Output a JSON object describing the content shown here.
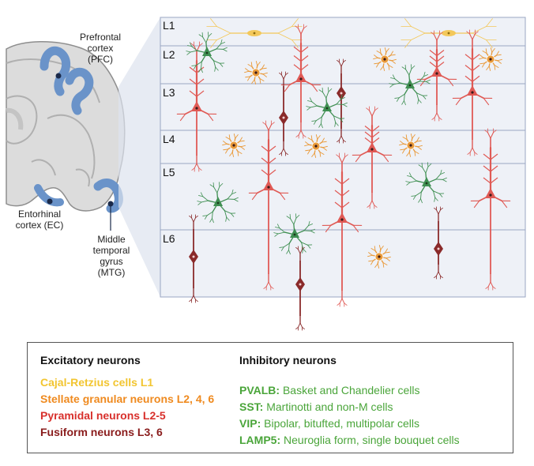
{
  "brain": {
    "regions": {
      "pfc": "Prefrontal cortex (PFC)",
      "ec": "Entorhinal cortex (EC)",
      "mtg": "Middle temporal gyrus (MTG)"
    },
    "pfc_lines": [
      "Prefrontal",
      "cortex",
      "(PFC)"
    ],
    "ec_lines": [
      "Entorhinal",
      "cortex (EC)"
    ],
    "mtg_lines": [
      "Middle",
      "temporal",
      "gyrus",
      "(MTG)"
    ]
  },
  "layers": [
    "L1",
    "L2",
    "L3",
    "L4",
    "L5",
    "L6"
  ],
  "legend": {
    "excitatory_title": "Excitatory neurons",
    "inhibitory_title": "Inhibitory neurons",
    "excitatory": [
      {
        "text": "Cajal-Retzius cells L1",
        "color": "#f2c530"
      },
      {
        "text": "Stellate granular neurons L2, 4, 6",
        "color": "#ef8a1f"
      },
      {
        "text": "Pyramidal neurons L2-5",
        "color": "#d8302c"
      },
      {
        "text": "Fusiform neurons L3, 6",
        "color": "#8a1c1c"
      }
    ],
    "inhibitory": [
      {
        "name": "PVALB:",
        "desc": "Basket and Chandelier cells"
      },
      {
        "name": "SST:",
        "desc": "Martinotti and non-M cells"
      },
      {
        "name": "VIP:",
        "desc": "Bipolar, bitufted, multipolar cells"
      },
      {
        "name": "LAMP5:",
        "desc": "Neuroglia form, single bouquet cells"
      }
    ],
    "inhibitory_color": "#4aa53a"
  },
  "colors": {
    "cajal": "#f3c85a",
    "stellate": "#e99a3a",
    "pyramidal": "#e05a55",
    "fusiform": "#8a2a2a",
    "inhibitory": "#3f8f52",
    "region_fill": "#6a93c9",
    "panel_fill": "#eef1f7",
    "panel_line": "#9aa6c3"
  }
}
